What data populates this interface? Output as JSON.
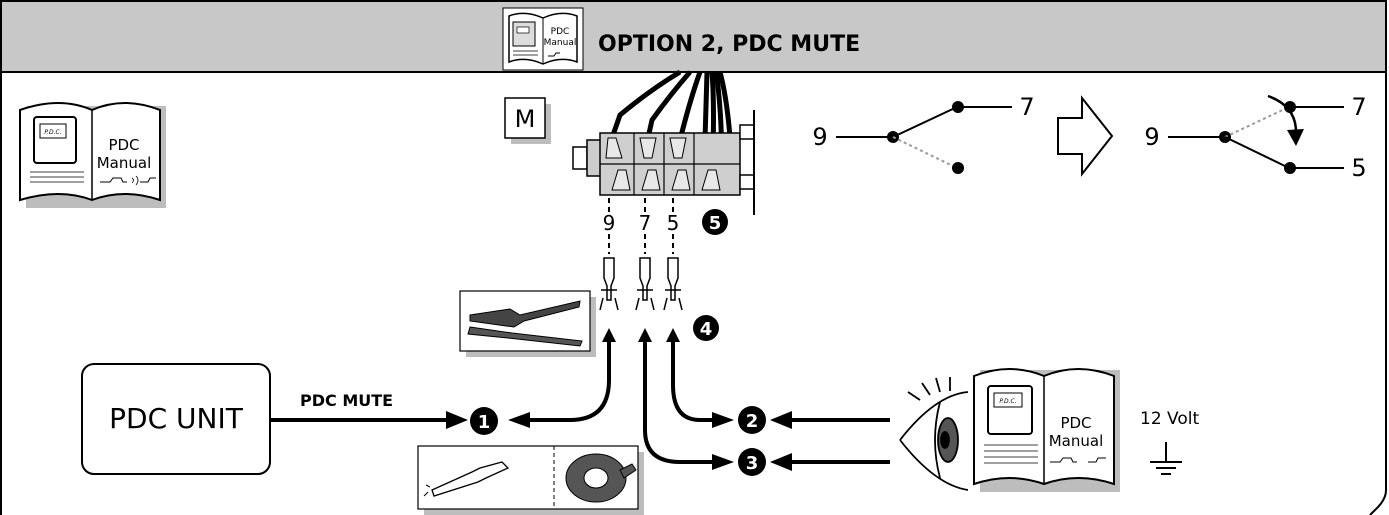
{
  "header": {
    "title": "OPTION 2, PDC MUTE",
    "icon": "manual-book-icon",
    "book_text_line1": "PDC",
    "book_text_line2": "Manual",
    "book_tag": "P.D.C."
  },
  "manual_book": {
    "line1": "PDC",
    "line2": "Manual",
    "tag": "P.D.C."
  },
  "connector": {
    "badge": "M",
    "pins": [
      "9",
      "7",
      "5"
    ]
  },
  "switch_before": {
    "common": "9",
    "upper": "7"
  },
  "switch_after": {
    "common": "9",
    "upper": "7",
    "lower": "5"
  },
  "steps": {
    "s1": "1",
    "s2": "2",
    "s3": "3",
    "s4": "4",
    "s5": "5"
  },
  "pdc_unit": {
    "label": "PDC UNIT",
    "wire_label": "PDC MUTE"
  },
  "power": {
    "voltage": "12 Volt",
    "ground_icon": "ground-symbol-icon"
  },
  "colors": {
    "header_bg": "#c8c8c8",
    "frame": "#000000",
    "shadow": "#b8b8b8"
  }
}
